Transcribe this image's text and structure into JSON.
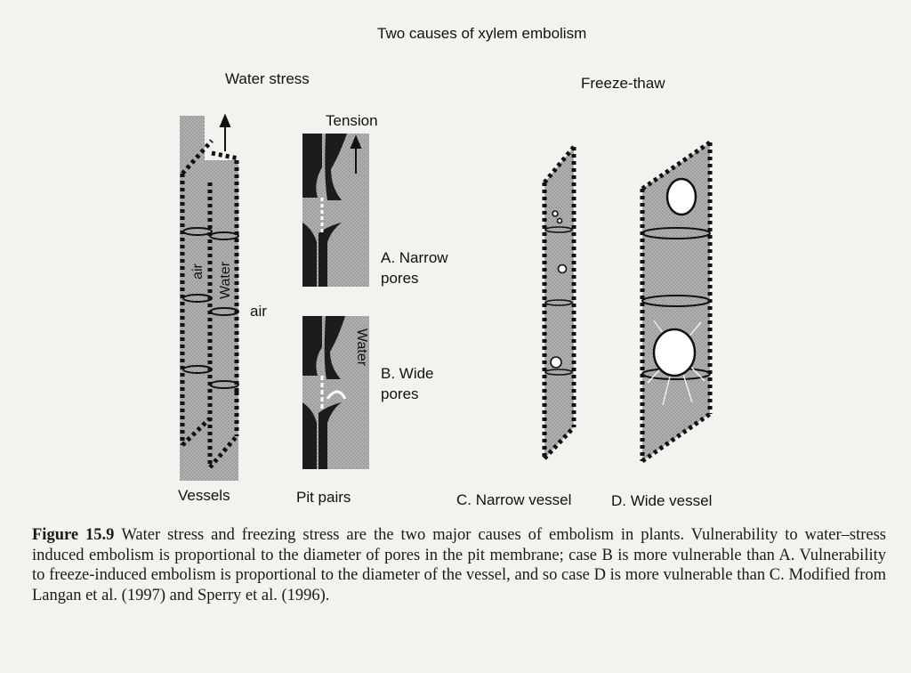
{
  "title": "Two causes of xylem embolism",
  "sections": {
    "water_stress": "Water stress",
    "freeze_thaw": "Freeze-thaw"
  },
  "labels": {
    "tension": "Tension",
    "air_inside": "air",
    "water_inside": "Water",
    "air_outside": "air",
    "water_pit": "Water",
    "case_a": [
      "A. Narrow",
      "pores"
    ],
    "case_b": [
      "B. Wide",
      "pores"
    ],
    "air_bubble": "air"
  },
  "bottom_labels": {
    "vessels": "Vessels",
    "pit_pairs": "Pit pairs",
    "narrow_vessel": "C. Narrow vessel",
    "wide_vessel": "D. Wide vessel"
  },
  "caption": {
    "figure_label": "Figure 15.9",
    "text": "Water stress and freezing stress are the two major causes of embolism in plants. Vulnerability to water–stress induced embolism is proportional to the diameter of pores in the pit membrane; case B is more vulnerable than A. Vulnerability to freeze-induced embolism is proportional to the diameter of the vessel, and so case D is more vulnerable than C. Modified from Langan et al. (1997) and Sperry et al. (1996)."
  },
  "colors": {
    "vessel_fill": "#a9a9a9",
    "pit_dark": "#1c1c1c",
    "background": "#f4f2ee"
  }
}
